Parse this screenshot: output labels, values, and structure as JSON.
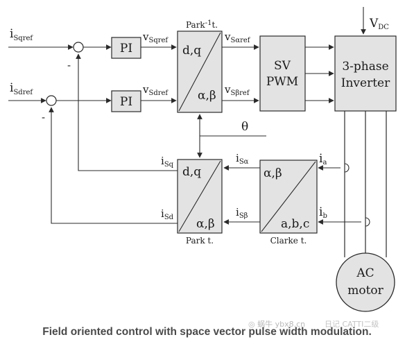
{
  "signals": {
    "isq_ref": "i",
    "isq_ref_sub": "Sqref",
    "isd_ref": "i",
    "isd_ref_sub": "Sdref",
    "vsq_ref": "v",
    "vsq_ref_sub": "Sqref",
    "vsd_ref": "v",
    "vsd_ref_sub": "Sdref",
    "vsalpha_ref": "v",
    "vsalpha_ref_sub": "Sαref",
    "vsbeta_ref": "v",
    "vsbeta_ref_sub": "Sβref",
    "vdc": "V",
    "vdc_sub": "DC",
    "theta": "θ",
    "isq": "i",
    "isq_sub": "Sq",
    "isd": "i",
    "isd_sub": "Sd",
    "isalpha": "i",
    "isalpha_sub": "Sα",
    "isbeta": "i",
    "isbeta_sub": "Sβ",
    "ia": "i",
    "ia_sub": "a",
    "ib": "i",
    "ib_sub": "b"
  },
  "summing_signs": {
    "q_minus": "-",
    "d_minus": "-"
  },
  "blocks": {
    "pi_q": "PI",
    "pi_d": "PI",
    "park_inv_title": "Park",
    "park_inv_sup": "-1",
    "park_inv_suffix": "t.",
    "park_inv_in": "d,q",
    "park_inv_out": "α,β",
    "svpwm_line1": "SV",
    "svpwm_line2": "PWM",
    "inverter_line1": "3-phase",
    "inverter_line2": "Inverter",
    "park_in": "d,q",
    "park_out": "α,β",
    "park_title": "Park t.",
    "clarke_top": "α,β",
    "clarke_bottom": "a,b,c",
    "clarke_title": "Clarke t.",
    "motor_line1": "AC",
    "motor_line2": "motor"
  },
  "caption": "Field oriented control with space vector pulse width modulation.",
  "watermark": {
    "icon": "wechat-icon",
    "text1": "蜗牛 ybx8.cn",
    "text2": "日记 CATTI二级"
  }
}
